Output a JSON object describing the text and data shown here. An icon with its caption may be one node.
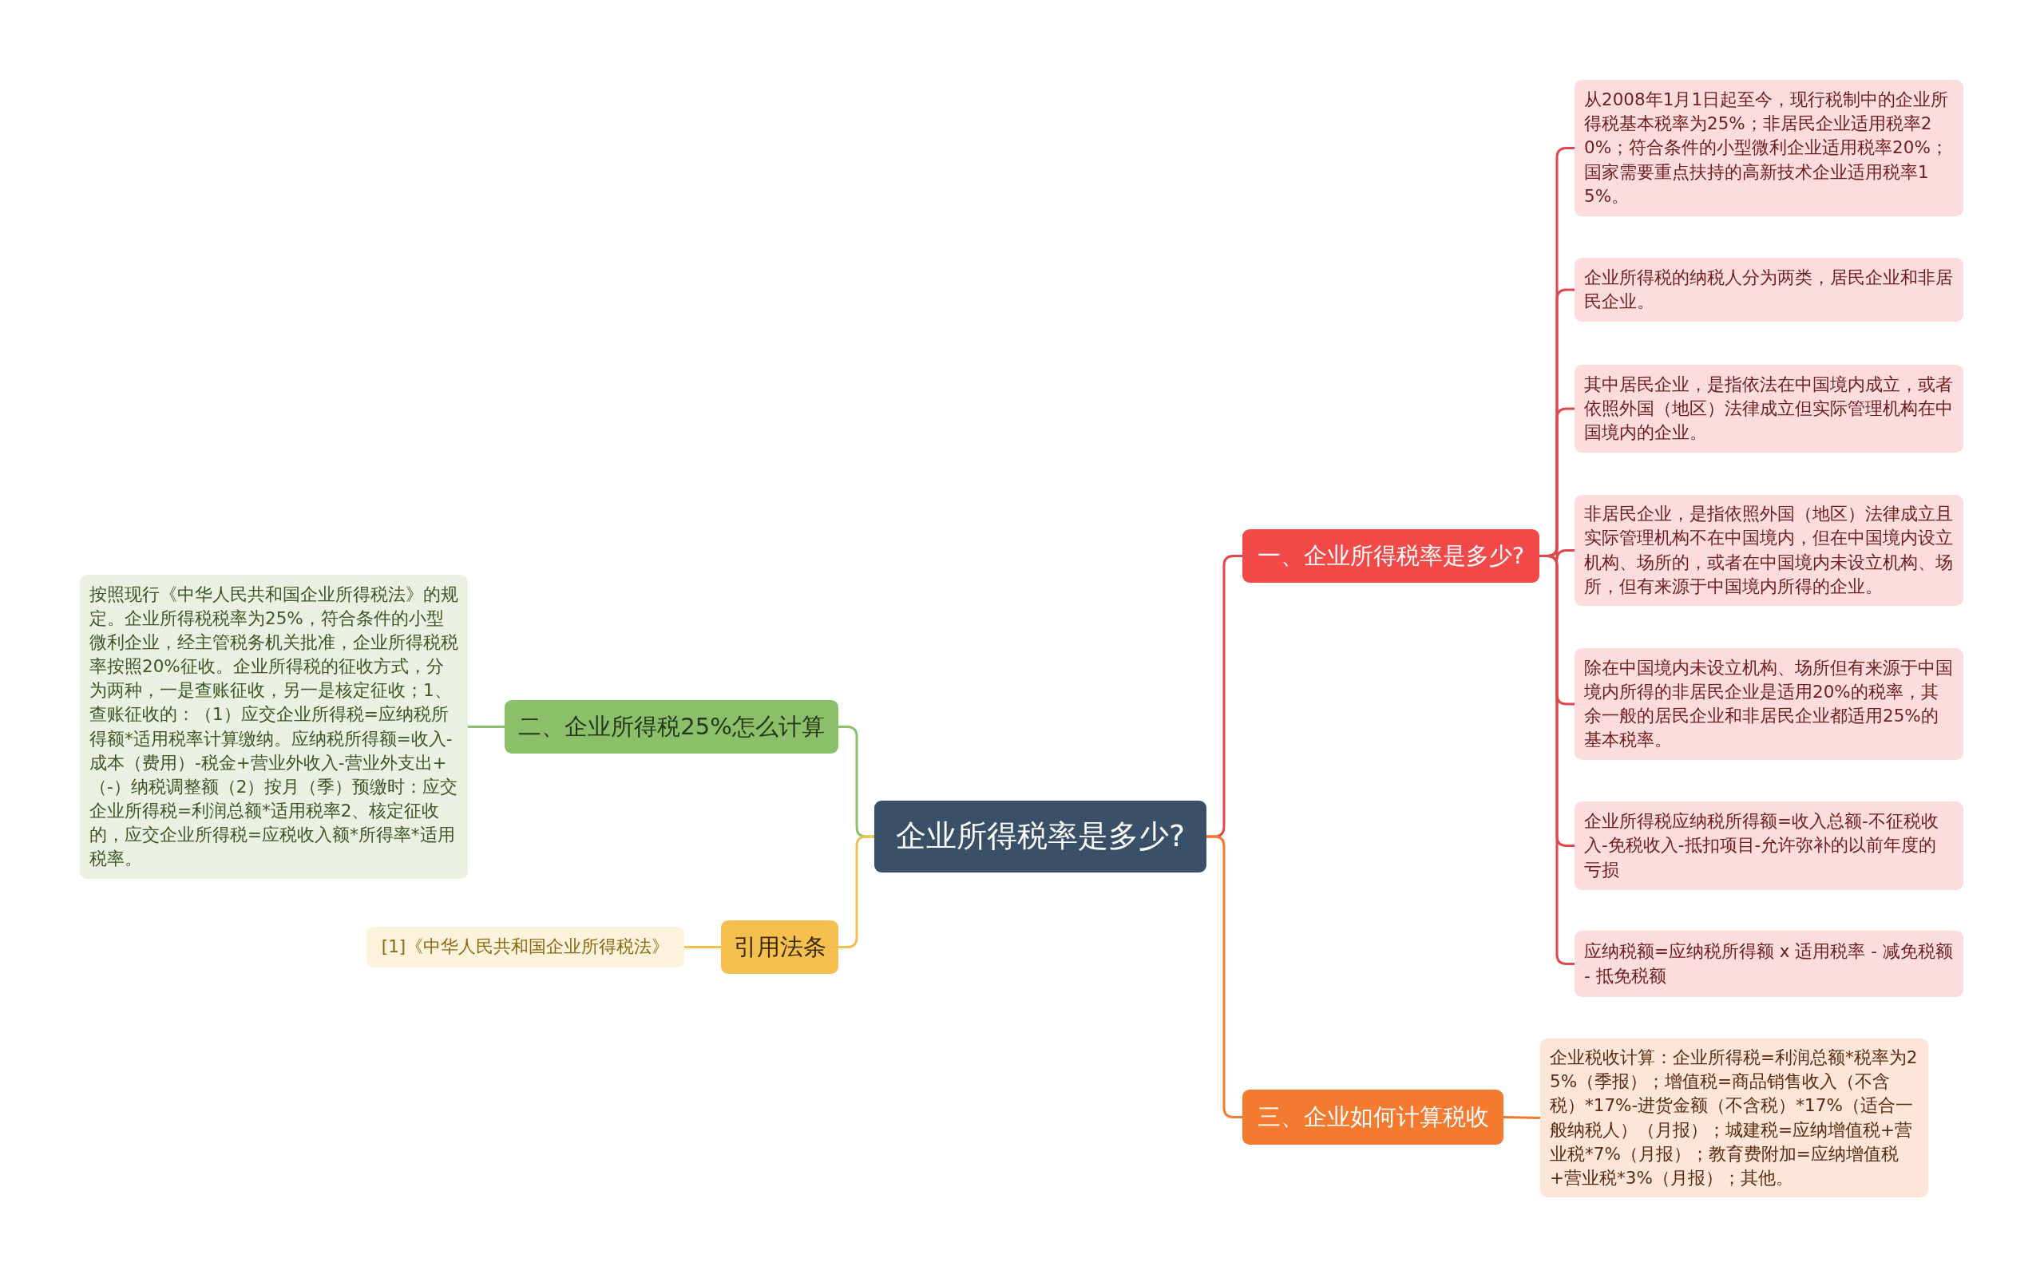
{
  "diagram": {
    "nodes": [
      {
        "text": [
          "企业所得税率是多少?"
        ]
      },
      {
        "text": [
          "一、企业所得税率是多少?"
        ]
      },
      {
        "text": [
          "从2008年1月1日起至今，现行税制中的企业所得税基本税率为25%；非居民企业适用税率20%；符合条件的小型微利企业适用税率20%；国家需要重点扶持的高新技术企业适用税率15%。"
        ]
      },
      {
        "text": [
          "企业所得税的纳税人分为两类，居民企业和非居民企业。"
        ]
      },
      {
        "text": [
          "其中居民企业，是指依法在中国境内成立，或者依照外国（地区）法律成立但实际管理机构在中国境内的企业。"
        ]
      },
      {
        "text": [
          "非居民企业，是指依照外国（地区）法律成立且实际管理机构不在中国境内，但在中国境内设立机构、场所的，或者在中国境内未设立机构、场所，但有来源于中国境内所得的企业。"
        ]
      },
      {
        "text": [
          "除在中国境内未设立机构、场所但有来源于中国境内所得的非居民企业是适用20%的税率，其余一般的居民企业和非居民企业都适用25%的基本税率。"
        ]
      },
      {
        "text": [
          "企业所得税应纳税所得额=收入总额-不征税收入-免税收入-抵扣项目-允许弥补的以前年度的亏损"
        ]
      },
      {
        "text": [
          "应纳税额=应纳税所得额 x 适用税率 - 减免税额 - 抵免税额"
        ]
      },
      {
        "text": [
          "二、企业所得税25%怎么计算"
        ]
      },
      {
        "text": [
          "按照现行《中华人民共和国企业所得税法》的规定。企业所得税税率为25%，符合条件的小型微利企业，经主管税务机关批准，企业所得税税率按照20%征收。企业所得税的征收方式，分为两种，一是查账征收，另一是核定征收；1、查账征收的：（1）应交企业所得税=应纳税所得额*适用税率计算缴纳。应纳税所得额=收入-成本（费用）-税金+营业外收入-营业外支出+（-）纳税调整额（2）按月（季）预缴时：应交企业所得税=利润总额*适用税率2、核定征收的，应交企业所得税=应税收入额*所得率*适用税率。"
        ]
      },
      {
        "text": [
          "引用法条"
        ]
      },
      {
        "text": [
          "[1]《中华人民共和国企业所得税法》"
        ]
      },
      {
        "text": [
          "三、企业如何计算税收"
        ]
      },
      {
        "text": [
          "企业税收计算：企业所得税=利润总额*税率为25%（季报）；增值税=商品销售收入（不含税）*17%-进货金额（不含税）*17%（适合一般纳税人）（月报）；城建税=应纳增值税+营业税*7%（月报）；教育费附加=应纳增值税+营业税*3%（月报）；其他。"
        ]
      }
    ],
    "edges": [
      {
        "from": 0,
        "to": 1,
        "arrow": "none"
      },
      {
        "from": 1,
        "to": 2,
        "arrow": "none"
      },
      {
        "from": 1,
        "to": 3,
        "arrow": "none"
      },
      {
        "from": 1,
        "to": 4,
        "arrow": "none"
      },
      {
        "from": 1,
        "to": 5,
        "arrow": "none"
      },
      {
        "from": 1,
        "to": 6,
        "arrow": "none"
      },
      {
        "from": 1,
        "to": 7,
        "arrow": "none"
      },
      {
        "from": 1,
        "to": 8,
        "arrow": "none"
      },
      {
        "from": 0,
        "to": 9,
        "arrow": "none",
        "color": "#8cbf6a"
      },
      {
        "from": 9,
        "to": 10,
        "arrow": "none",
        "color": "#8cbf6a"
      },
      {
        "from": 0,
        "to": 11,
        "arrow": "none",
        "color": "#f5c04f"
      },
      {
        "from": 11,
        "to": 12,
        "arrow": "none",
        "color": "#f5c04f"
      },
      {
        "from": 0,
        "to": 13,
        "arrow": "none",
        "color": "#f07a30"
      },
      {
        "from": 13,
        "to": 14,
        "arrow": "none",
        "color": "#f07a30"
      }
    ]
  }
}
